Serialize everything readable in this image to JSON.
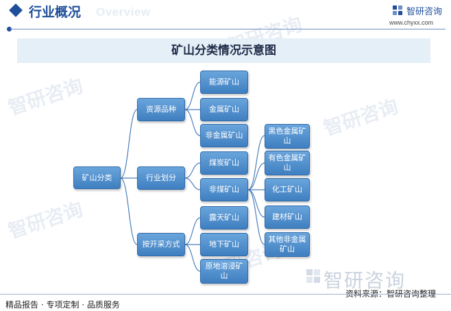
{
  "header": {
    "section_title": "行业概况",
    "section_title_en": "Overview",
    "logo_name": "智研咨询",
    "logo_url": "www.chyxx.com"
  },
  "diagram": {
    "title": "矿山分类情况示意图",
    "root": "矿山分类",
    "branches": [
      {
        "label": "资源品种",
        "children": [
          "能源矿山",
          "金属矿山",
          "非金属矿山"
        ]
      },
      {
        "label": "行业划分",
        "children": [
          "煤炭矿山",
          "非煤矿山"
        ]
      },
      {
        "label": "按开采方式",
        "children": [
          "露天矿山",
          "地下矿山",
          "原地溶浸矿山"
        ]
      }
    ],
    "sub_branch": {
      "parent": "非煤矿山",
      "children": [
        "黑色金属矿山",
        "有色金属矿山",
        "化工矿山",
        "建材矿山",
        "其他非金属矿山"
      ]
    }
  },
  "watermark": {
    "logo_text": "智研咨询"
  },
  "footer": {
    "tagline": "精品报告 · 专项定制 · 品质服务",
    "source": "资料来源：智研咨询整理"
  },
  "colors": {
    "brand": "#1f4e9a",
    "node_fill": "#4f8ccb",
    "connector": "#4a7fbd",
    "title_band": "#e5eff8"
  }
}
